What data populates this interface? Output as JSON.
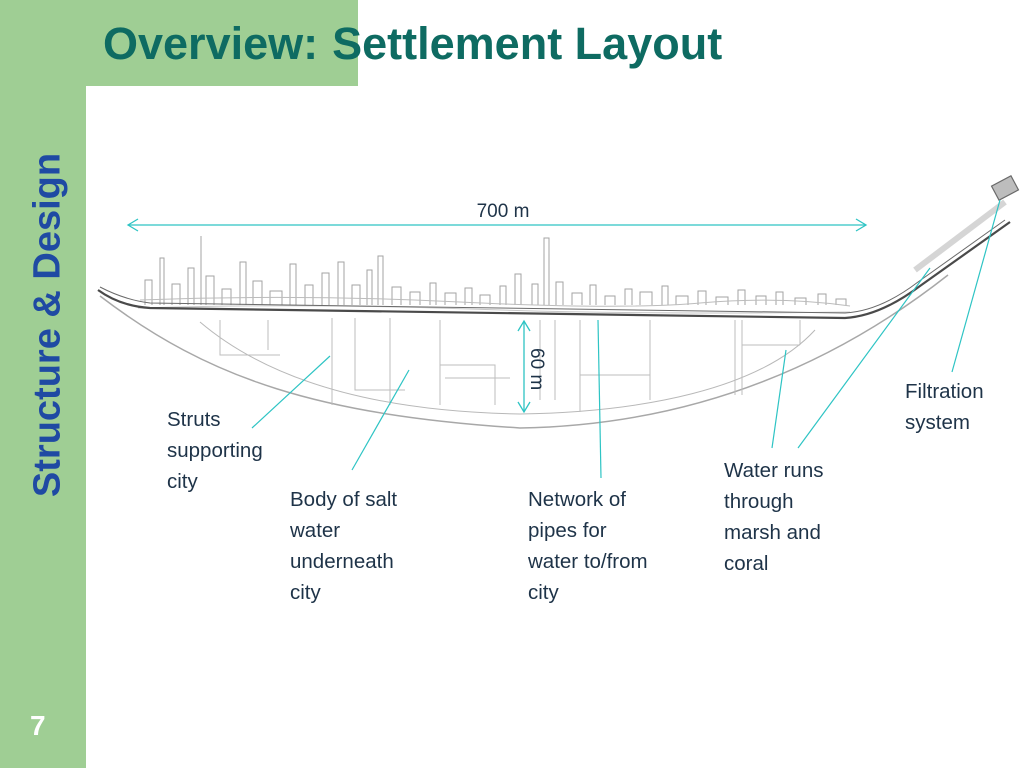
{
  "slide": {
    "title_prefix": "Overview:",
    "title_rest": "Settlement Layout",
    "section": "Structure & Design",
    "page_number": "7"
  },
  "diagram": {
    "width_dimension": "700 m",
    "depth_dimension": "60 m",
    "labels": {
      "struts": "Struts supporting city",
      "salt_water": "Body of salt water underneath city",
      "pipes": "Network of pipes for water to/from city",
      "marsh": "Water runs through marsh and coral",
      "filtration": "Filtration system"
    }
  },
  "colors": {
    "sidebar_green": "#9fce94",
    "title_teal": "#0e6b62",
    "section_blue": "#1f4aa3",
    "callout_cyan": "#2ec4c4",
    "pencil_gray": "#8a8a8a"
  }
}
